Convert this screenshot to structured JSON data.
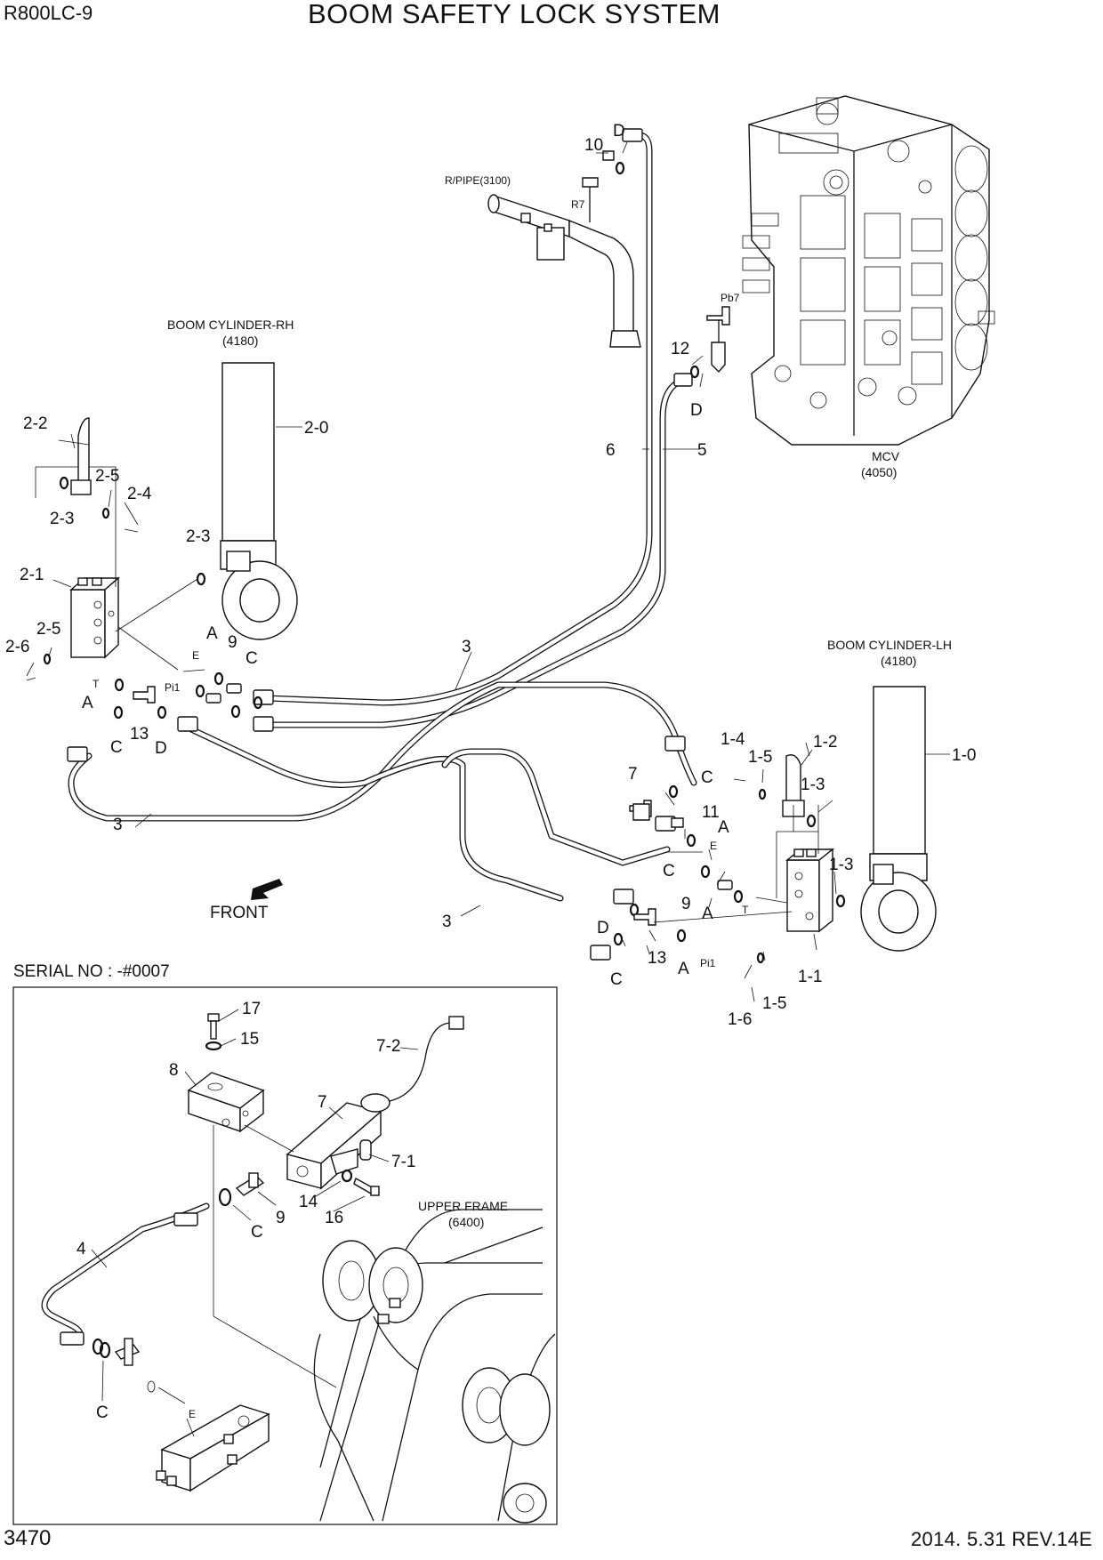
{
  "header": {
    "model": "R800LC-9",
    "title": "BOOM SAFETY LOCK SYSTEM"
  },
  "footer": {
    "page_number": "3470",
    "revision": "2014. 5.31  REV.14E"
  },
  "assemblies": {
    "boom_cylinder_rh": "BOOM CYLINDER-RH",
    "boom_cylinder_rh_ref": "(4180)",
    "boom_cylinder_lh": "BOOM CYLINDER-LH",
    "boom_cylinder_lh_ref": "(4180)",
    "mcv": "MCV",
    "mcv_ref": "(4050)",
    "rpipe": "R/PIPE(3100)",
    "upper_frame": "UPPER FRAME",
    "upper_frame_ref": "(6400)",
    "front": "FRONT"
  },
  "serial_note": "SERIAL NO : -#0007",
  "ports": {
    "r7": "R7",
    "pb7": "Pb7",
    "pi1": "Pi1",
    "t": "T",
    "e": "E"
  },
  "callouts": {
    "p10": "10",
    "pD": "D",
    "p12": "12",
    "p6": "6",
    "p5": "5",
    "p3": "3",
    "p20": "2-0",
    "p22": "2-2",
    "p25": "2-5",
    "p24": "2-4",
    "p23": "2-3",
    "p21": "2-1",
    "p26": "2-6",
    "pA": "A",
    "pC": "C",
    "p9": "9",
    "p13": "13",
    "pE": "E",
    "p7": "7",
    "p11": "11",
    "p14": "1-4",
    "p15": "1-5",
    "p12b": "1-2",
    "p13b": "1-3",
    "p10b": "1-0",
    "p11b": "1-1",
    "p16": "1-6",
    "n17": "17",
    "n15": "15",
    "n8": "8",
    "n72": "7-2",
    "n7": "7",
    "n71": "7-1",
    "n14": "14",
    "n16": "16",
    "n4": "4"
  }
}
